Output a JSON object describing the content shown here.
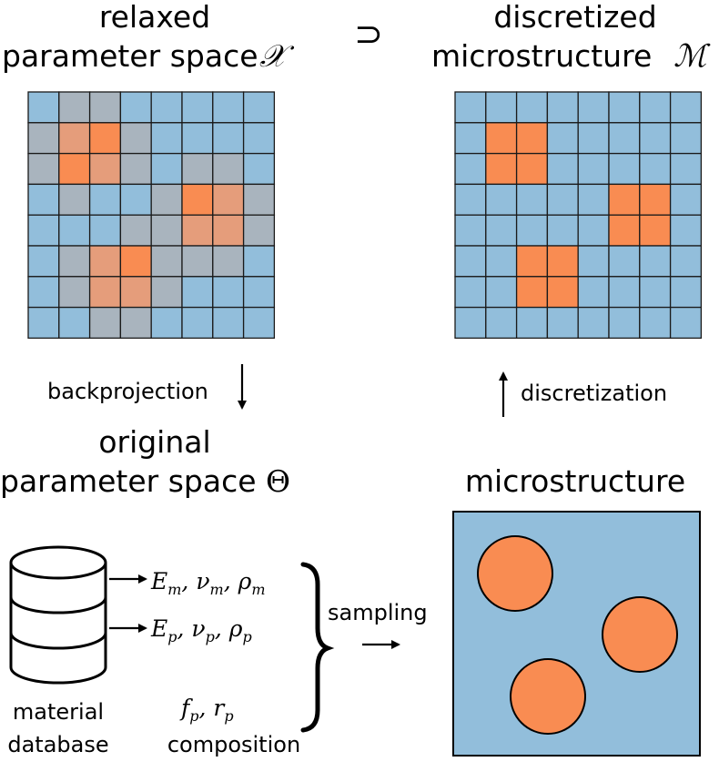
{
  "titles": {
    "relaxed_line1": "relaxed",
    "relaxed_line2": "parameter space",
    "relaxed_symbol": "𝒳",
    "superset_symbol": "⊃",
    "discretized_line1": "discretized",
    "discretized_line2": "microstructure",
    "discretized_symbol": "ℳ",
    "original_line1": "original",
    "original_line2": "parameter space",
    "original_symbol": "Θ",
    "microstructure": "microstructure"
  },
  "arrows": {
    "backprojection": "backprojection",
    "discretization": "discretization",
    "sampling": "sampling"
  },
  "parameters": {
    "matrix": {
      "E": "E",
      "nu": "ν",
      "rho": "ρ",
      "sub": "m"
    },
    "particle": {
      "E": "E",
      "nu": "ν",
      "rho": "ρ",
      "sub": "p"
    },
    "composition": {
      "f": "f",
      "r": "r",
      "sub": "p"
    },
    "composition_label": "composition"
  },
  "database": {
    "line1": "material",
    "line2": "database"
  },
  "colors": {
    "blue": "#92bedb",
    "orange": "#f98c52",
    "light_orange": "#e59d7b",
    "gray": "#a9b4be",
    "grid_line": "#1a1a1a"
  },
  "relaxed_grid": [
    [
      "b",
      "g",
      "g",
      "b",
      "b",
      "b",
      "b",
      "b"
    ],
    [
      "g",
      "l",
      "o",
      "g",
      "b",
      "b",
      "b",
      "b"
    ],
    [
      "g",
      "o",
      "l",
      "g",
      "b",
      "g",
      "g",
      "b"
    ],
    [
      "b",
      "g",
      "b",
      "b",
      "g",
      "o",
      "l",
      "g"
    ],
    [
      "b",
      "b",
      "b",
      "g",
      "g",
      "l",
      "l",
      "g"
    ],
    [
      "b",
      "g",
      "l",
      "o",
      "g",
      "g",
      "g",
      "b"
    ],
    [
      "b",
      "g",
      "l",
      "l",
      "g",
      "b",
      "b",
      "b"
    ],
    [
      "b",
      "b",
      "g",
      "g",
      "b",
      "b",
      "b",
      "b"
    ]
  ],
  "discrete_grid": [
    [
      "b",
      "b",
      "b",
      "b",
      "b",
      "b",
      "b",
      "b"
    ],
    [
      "b",
      "o",
      "o",
      "b",
      "b",
      "b",
      "b",
      "b"
    ],
    [
      "b",
      "o",
      "o",
      "b",
      "b",
      "b",
      "b",
      "b"
    ],
    [
      "b",
      "b",
      "b",
      "b",
      "b",
      "o",
      "o",
      "b"
    ],
    [
      "b",
      "b",
      "b",
      "b",
      "b",
      "o",
      "o",
      "b"
    ],
    [
      "b",
      "b",
      "o",
      "o",
      "b",
      "b",
      "b",
      "b"
    ],
    [
      "b",
      "b",
      "o",
      "o",
      "b",
      "b",
      "b",
      "b"
    ],
    [
      "b",
      "b",
      "b",
      "b",
      "b",
      "b",
      "b",
      "b"
    ]
  ],
  "particles_count": 3
}
